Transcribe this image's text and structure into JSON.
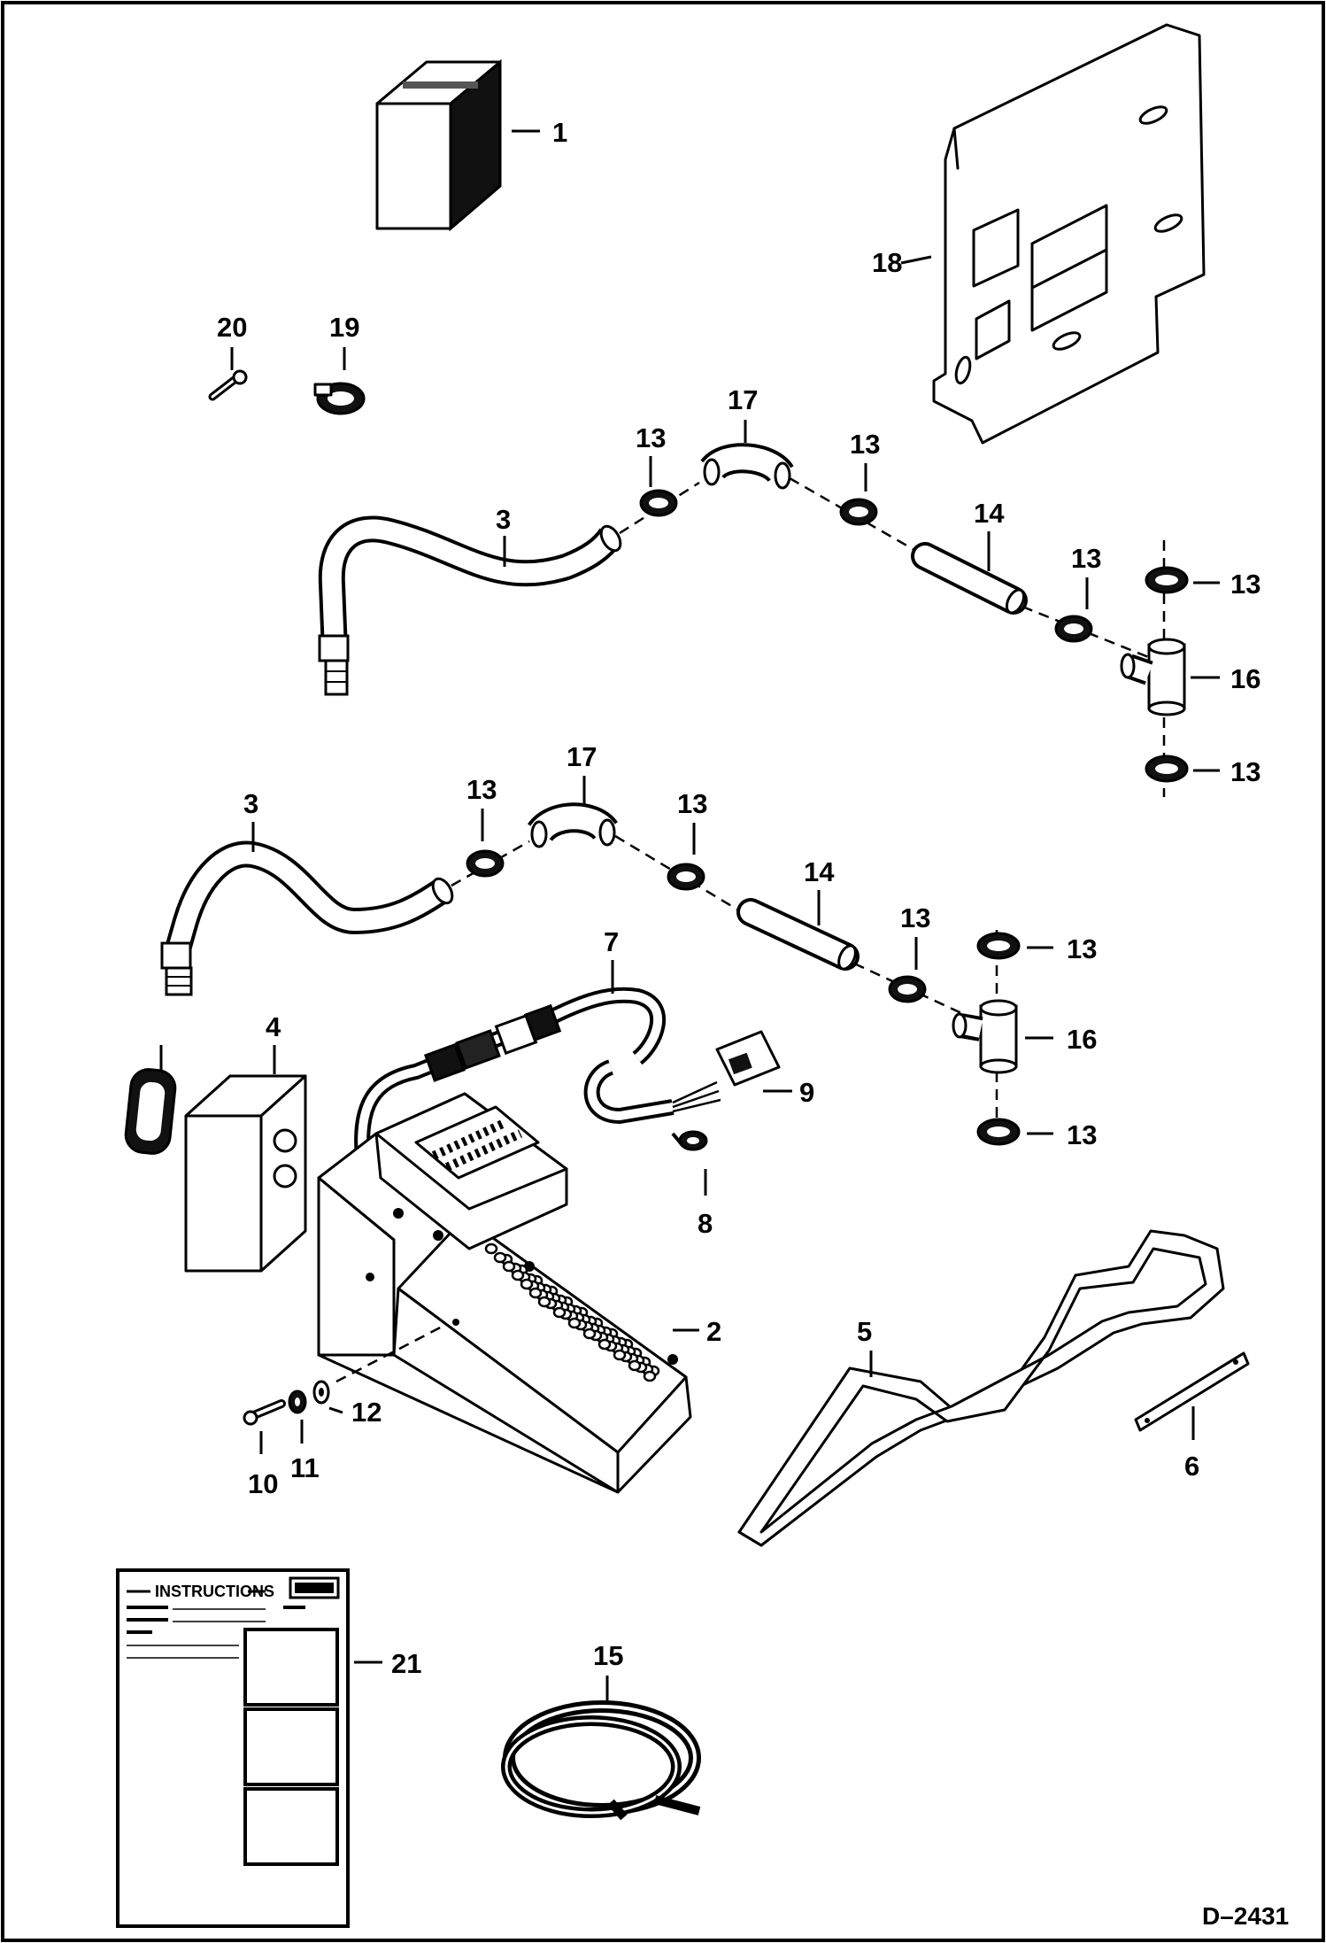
{
  "drawing_id": "D–2431",
  "instruction_sheet": {
    "heading": "INSTRUCTIONS"
  },
  "callouts": {
    "c1": "1",
    "c2": "2",
    "c3a": "3",
    "c3b": "3",
    "c4": "4",
    "c5": "5",
    "c6": "6",
    "c7": "7",
    "c8": "8",
    "c9": "9",
    "c10": "10",
    "c11": "11",
    "c12": "12",
    "c13a": "13",
    "c13b": "13",
    "c13c": "13",
    "c13d": "13",
    "c13e": "13",
    "c13f": "13",
    "c13g": "13",
    "c13h": "13",
    "c13i": "13",
    "c13j": "13",
    "c14a": "14",
    "c14b": "14",
    "c15": "15",
    "c16a": "16",
    "c16b": "16",
    "c17a": "17",
    "c17b": "17",
    "c18": "18",
    "c19": "19",
    "c20": "20",
    "c21": "21"
  }
}
